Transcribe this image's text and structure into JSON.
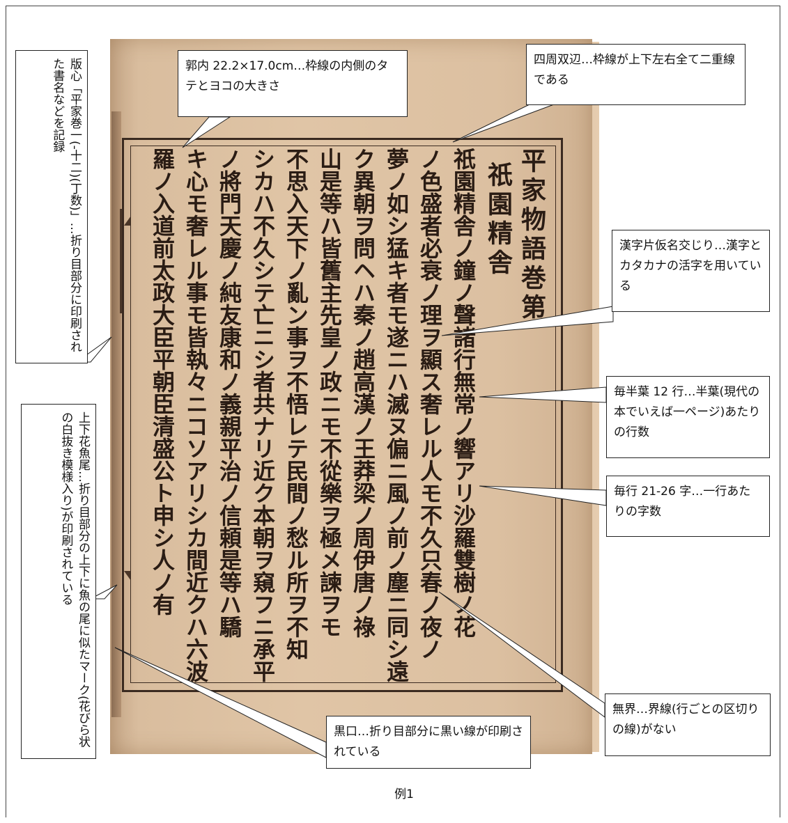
{
  "page_text": {
    "columns": [
      "平家物語巻第",
      "祇園精舎",
      "祇園精舎ノ鐘ノ聲諸行無常ノ響アリ沙羅雙樹ノ花",
      "ノ色盛者必衰ノ理ヲ顯ス奢レル人モ不久只春ノ夜ノ",
      "夢ノ如シ猛キ者モ遂ニハ滅ヌ偏ニ風ノ前ノ塵ニ同シ遠",
      "ク異朝ヲ問ヘハ秦ノ趙高漢ノ王莽梁ノ周伊唐ノ祿",
      "山是等ハ皆舊主先皇ノ政ニモ不從樂ヲ極メ諫ヲモ",
      "不思入天下ノ亂ン事ヲ不悟レテ民間ノ愁ル所ヲ不知",
      "シカハ不久シテ亡ニシ者共ナリ近ク本朝ヲ窺フニ承平",
      "ノ將門天慶ノ純友康和ノ義親平治ノ信頼是等ハ驕",
      "キ心モ奢レル事モ皆執々ニコソアリシカ間近クハ六波",
      "羅ノ入道前太政大臣平朝臣清盛公ト申シ人ノ有"
    ]
  },
  "callouts": {
    "kakunai": "郭内 22.2×17.0cm…枠線の内側のタテとヨコの大きさ",
    "shishu": "四周双辺…枠線が上下左右全て二重線である",
    "kanji": "漢字片仮名交じり…漢字とカタカナの活字を用いている",
    "gyosu": "毎半葉 12 行…半葉(現代の本でいえば一ページ)あたりの行数",
    "jisu": "毎行 21-26 字…一行あたりの字数",
    "mukai": "無界…界線(行ごとの区切りの線)がない",
    "kokko": "黒口…折り目部分に黒い線が印刷されている",
    "hanshin": "版心「平家巻一(-十二)(丁数)」…折り目部分に印刷された書名などを記録",
    "gyobi": "上下花魚尾…折り目部分の上下に魚の尾に似たマーク(花びら状の白抜き模様入り)が印刷されている"
  },
  "caption": "例1"
}
